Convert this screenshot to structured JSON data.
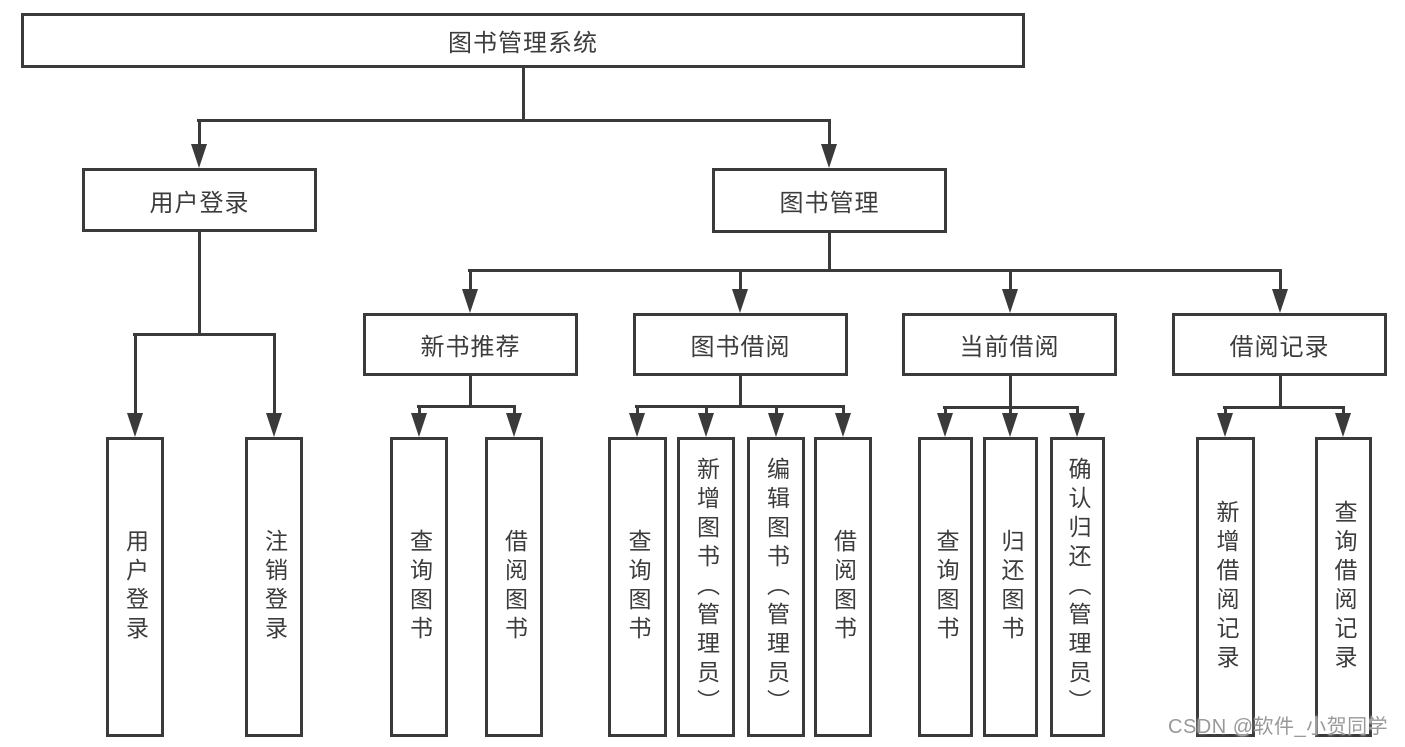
{
  "tree": {
    "label": "图书管理系统",
    "children": [
      {
        "label": "用户登录",
        "children": [
          {
            "label": "用户登录"
          },
          {
            "label": "注销登录"
          }
        ]
      },
      {
        "label": "图书管理",
        "children": [
          {
            "label": "新书推荐",
            "children": [
              {
                "label": "查询图书"
              },
              {
                "label": "借阅图书"
              }
            ]
          },
          {
            "label": "图书借阅",
            "children": [
              {
                "label": "查询图书"
              },
              {
                "label": "新增图书（管理员）"
              },
              {
                "label": "编辑图书（管理员）"
              },
              {
                "label": "借阅图书"
              }
            ]
          },
          {
            "label": "当前借阅",
            "children": [
              {
                "label": "查询图书"
              },
              {
                "label": "归还图书"
              },
              {
                "label": "确认归还（管理员）"
              }
            ]
          },
          {
            "label": "借阅记录",
            "children": [
              {
                "label": "新增借阅记录"
              },
              {
                "label": "查询借阅记录"
              }
            ]
          }
        ]
      }
    ]
  },
  "watermark": "CSDN @软件_小贺同学",
  "colors": {
    "line": "#3a3a3a",
    "text": "#3c3c3c",
    "background": "#ffffff",
    "watermark": "#999999"
  }
}
